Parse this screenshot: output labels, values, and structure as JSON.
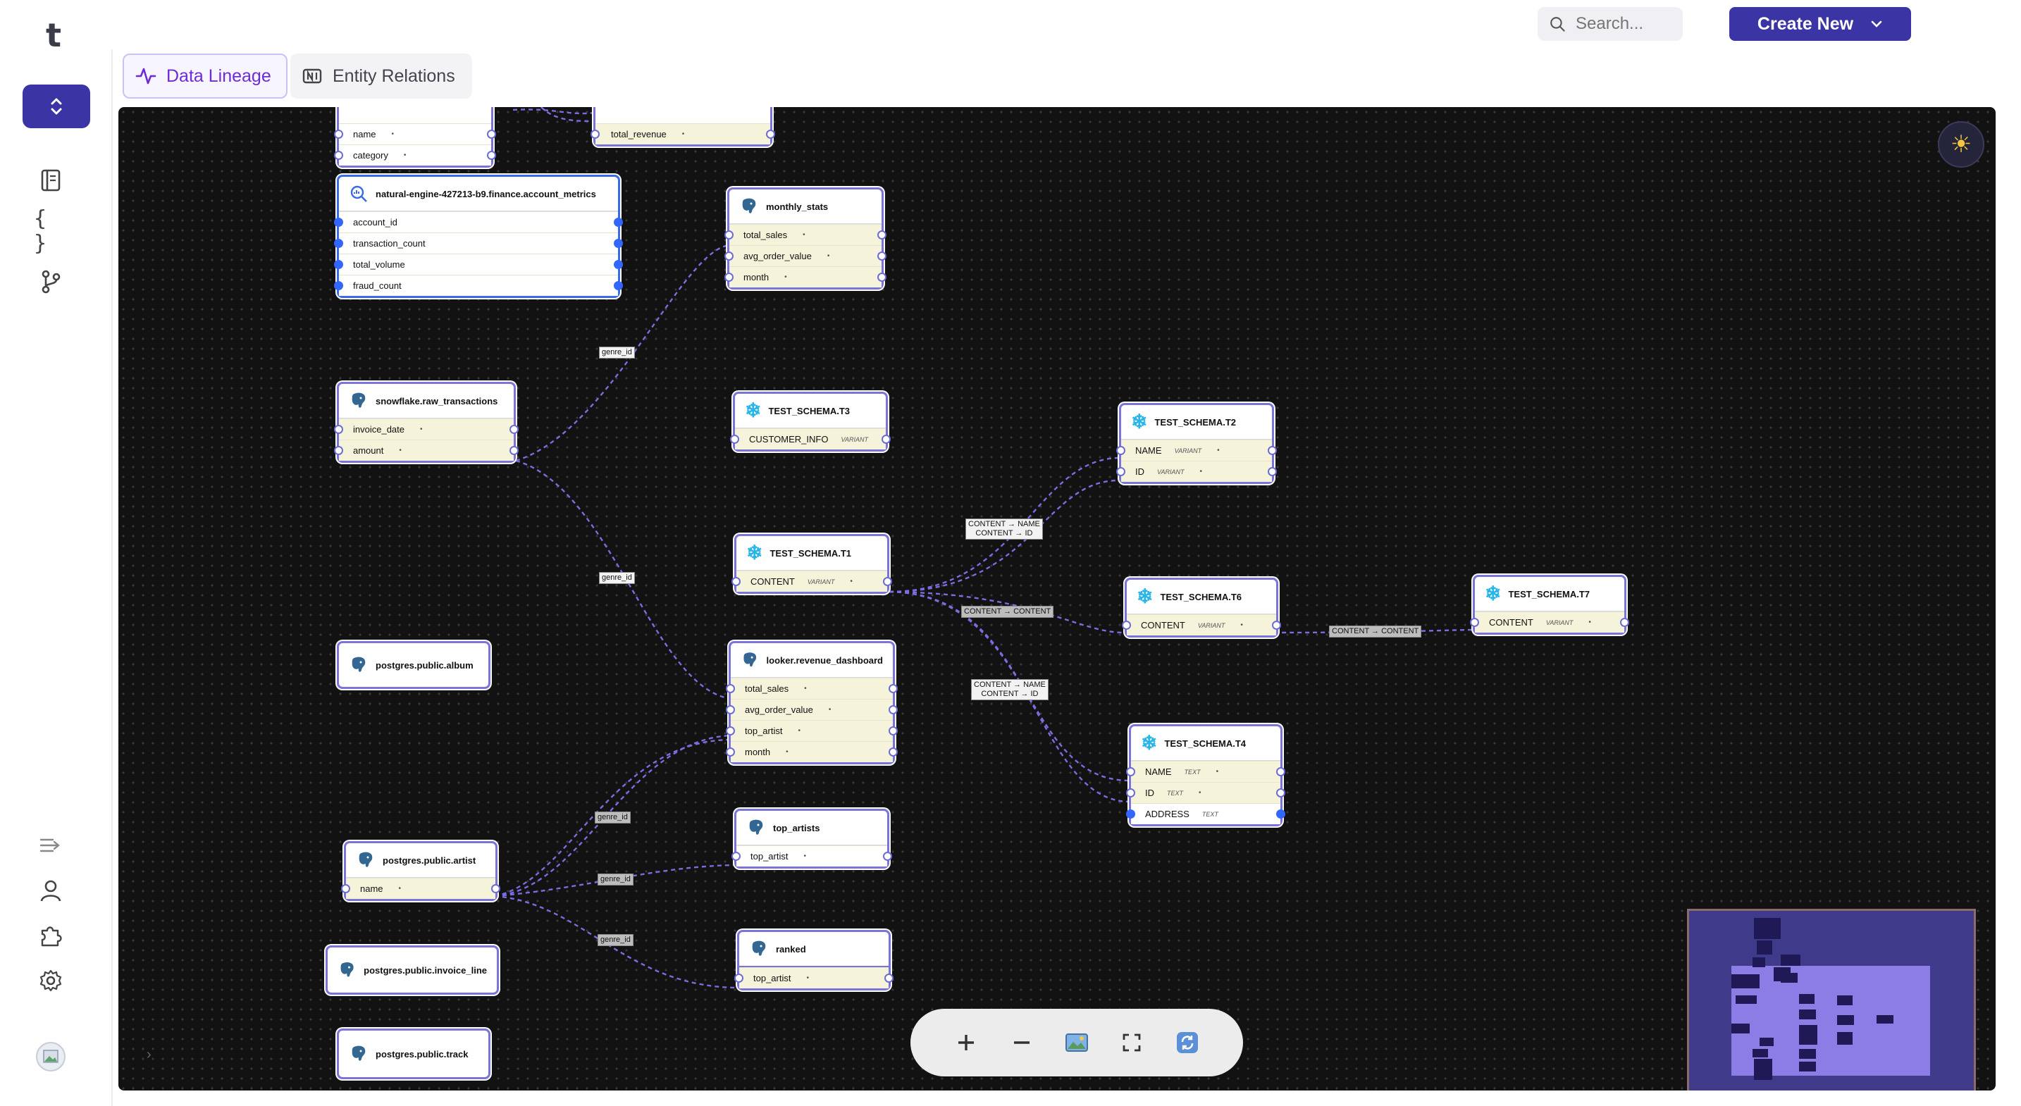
{
  "app": {
    "logo_text": "t"
  },
  "header": {
    "search_placeholder": "Search...",
    "create_label": "Create New"
  },
  "tabs": [
    {
      "label": "Data Lineage",
      "active": true
    },
    {
      "label": "Entity Relations",
      "active": false
    }
  ],
  "sidebar": {
    "top_icons": [
      "book-icon",
      "braces-icon",
      "git-branch-icon"
    ],
    "bottom_icons": [
      "collapse-arrow-icon",
      "user-icon",
      "puzzle-icon",
      "gear-icon"
    ]
  },
  "nodes": {
    "top_left_partial": {
      "rows": [
        "name",
        "category"
      ]
    },
    "top_mid_partial": {
      "rows": [
        "total_revenue"
      ]
    },
    "account_metrics": {
      "name": "natural-engine-427213-b9.finance.account_metrics",
      "rows": [
        "account_id",
        "transaction_count",
        "total_volume",
        "fraud_count"
      ]
    },
    "monthly_stats": {
      "name": "monthly_stats",
      "rows": [
        "total_sales",
        "avg_order_value",
        "month"
      ]
    },
    "raw_transactions": {
      "name": "snowflake.raw_transactions",
      "rows": [
        "invoice_date",
        "amount"
      ]
    },
    "t3": {
      "name": "TEST_SCHEMA.T3",
      "rows": [
        {
          "name": "CUSTOMER_INFO",
          "type": "VARIANT"
        }
      ]
    },
    "t2": {
      "name": "TEST_SCHEMA.T2",
      "rows": [
        {
          "name": "NAME",
          "type": "VARIANT"
        },
        {
          "name": "ID",
          "type": "VARIANT"
        }
      ]
    },
    "t1": {
      "name": "TEST_SCHEMA.T1",
      "rows": [
        {
          "name": "CONTENT",
          "type": "VARIANT"
        }
      ]
    },
    "t6": {
      "name": "TEST_SCHEMA.T6",
      "rows": [
        {
          "name": "CONTENT",
          "type": "VARIANT"
        }
      ]
    },
    "t7": {
      "name": "TEST_SCHEMA.T7",
      "rows": [
        {
          "name": "CONTENT",
          "type": "VARIANT"
        }
      ]
    },
    "album": {
      "name": "postgres.public.album"
    },
    "revenue_dashboard": {
      "name": "looker.revenue_dashboard",
      "rows": [
        "total_sales",
        "avg_order_value",
        "top_artist",
        "month"
      ]
    },
    "t4": {
      "name": "TEST_SCHEMA.T4",
      "rows": [
        {
          "name": "NAME",
          "type": "TEXT"
        },
        {
          "name": "ID",
          "type": "TEXT"
        },
        {
          "name": "ADDRESS",
          "type": "TEXT"
        }
      ]
    },
    "top_artists": {
      "name": "top_artists",
      "rows": [
        "top_artist"
      ]
    },
    "artist": {
      "name": "postgres.public.artist",
      "rows": [
        "name"
      ]
    },
    "invoice_line": {
      "name": "postgres.public.invoice_line"
    },
    "ranked": {
      "name": "ranked",
      "rows": [
        "top_artist"
      ]
    },
    "track": {
      "name": "postgres.public.track"
    }
  },
  "edge_labels": {
    "genre_id": "genre_id",
    "content_name_l1": "CONTENT → NAME",
    "content_name_l2": "CONTENT → ID",
    "content_content": "CONTENT → CONTENT",
    "content_id_l1": "CONTENT → NAME",
    "content_id_l2": "CONTENT → ID"
  },
  "colors": {
    "accent": "#3b34a5",
    "tab_active": "#6f2bd6",
    "node_border": "#7a73d8",
    "edge": "#7a6de0",
    "canvas": "#121212",
    "snowflake": "#29b5e8"
  }
}
